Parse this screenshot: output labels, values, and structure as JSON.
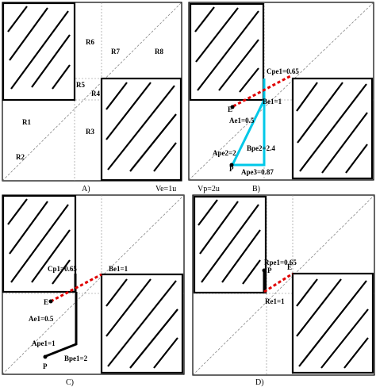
{
  "figure": {
    "panel_a": {
      "caption": "A)",
      "regions": [
        "R6",
        "R7",
        "R8",
        "R5",
        "R4",
        "R1",
        "R3",
        "R2"
      ]
    },
    "panel_b": {
      "caption": "B)",
      "labels": [
        "Cpe1=0.65",
        "E",
        "Be1=1",
        "Ae1=0.5",
        "Ape2=2",
        "P",
        "Bpe2=2.4",
        "Ape3=0.87"
      ]
    },
    "panel_c": {
      "caption": "C)",
      "labels": [
        "Cp1=0.65",
        "Be1=1",
        "E",
        "Ae1=0.5",
        "Ape1=1",
        "P",
        "Bpe1=2"
      ]
    },
    "panel_d": {
      "caption": "D)",
      "labels": [
        "Rpe1=0.65",
        "P",
        "E",
        "Re1=1"
      ]
    },
    "speeds": {
      "ve": "Ve=1u",
      "vp": "Vp=2u"
    },
    "colors": {
      "evader_path": "#e00000",
      "pursuer_path_b": "#00c8e8",
      "pursuer_path_c": "#000000"
    }
  }
}
